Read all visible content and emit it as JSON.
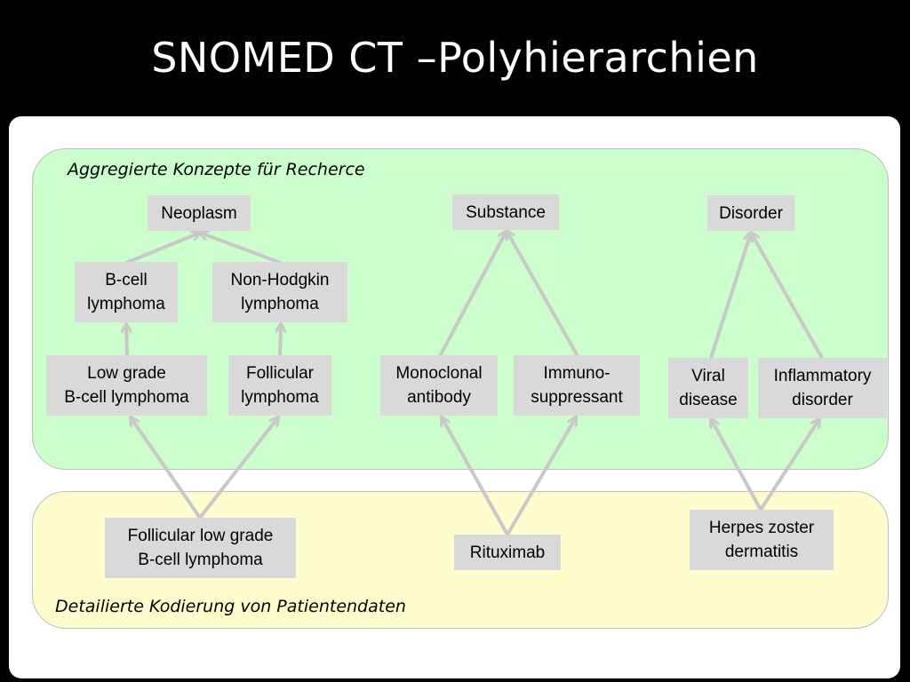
{
  "title": "SNOMED CT –Polyhierarchien",
  "panels": {
    "aggregated_label": "Aggregierte Konzepte für Recherce",
    "detailed_label": "Detailierte Kodierung von Patientendaten"
  },
  "nodes": {
    "neoplasm": "Neoplasm",
    "b_cell_lymphoma": "B-cell\nlymphoma",
    "non_hodgkin_lymphoma": "Non-Hodgkin\nlymphoma",
    "low_grade_b_cell_lymphoma": "Low grade\nB-cell lymphoma",
    "follicular_lymphoma": "Follicular\nlymphoma",
    "substance": "Substance",
    "monoclonal_antibody": "Monoclonal\nantibody",
    "immunosuppressant": "Immuno-\nsuppressant",
    "disorder": "Disorder",
    "viral_disease": "Viral\ndisease",
    "inflammatory_disorder": "Inflammatory\ndisorder",
    "follicular_low_grade_b_cell_lymphoma": "Follicular low grade\nB-cell lymphoma",
    "rituximab": "Rituximab",
    "herpes_zoster_dermatitis": "Herpes zoster\ndermatitis"
  },
  "colors": {
    "background": "#000000",
    "aggregated_panel": "#ccfdcc",
    "detailed_panel": "#fffdcd",
    "node_fill": "#d9d9d9",
    "edge": "#c8c8c8"
  }
}
